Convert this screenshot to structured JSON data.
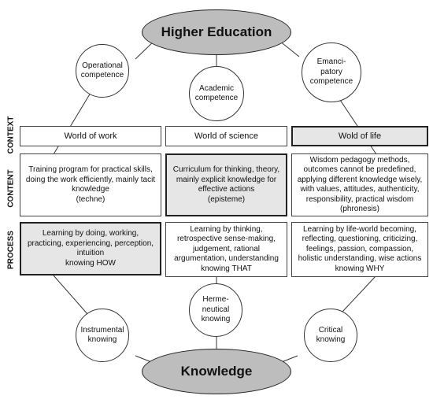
{
  "top_node": "Higher Education",
  "bottom_node": "Knowledge",
  "competences": {
    "operational": "Operational\ncompetence",
    "academic": "Academic\ncompetence",
    "emancipatory": "Emanci-\npatory\ncompetence"
  },
  "knowings": {
    "instrumental": "Instrumental\nknowing",
    "hermeneutical": "Herme-\nneutical\nknowing",
    "critical": "Critical\nknowing"
  },
  "row_labels": {
    "context": "CONTEXT",
    "content": "CONTENT",
    "process": "PROCESS"
  },
  "columns": [
    {
      "context": "World of work",
      "content": "Training program for practical skills,\ndoing the work efficiently, mainly tacit\nknowledge\n(techne)",
      "process": "Learning by doing, working,\npracticing, experiencing, perception,\nintuition\nknowing HOW"
    },
    {
      "context": "World of science",
      "content": "Curriculum for thinking, theory,\nmainly explicit knowledge for\neffective actions\n(episteme)",
      "process": "Learning by thinking,\nretrospective sense-making,\njudgement, rational\nargumentation, understanding\nknowing THAT"
    },
    {
      "context": "Wold of life",
      "content": "Wisdom pedagogy methods,\noutcomes cannot be predefined,\napplying different knowledge wisely,\nwith values, attitudes, authenticity,\nresponsibility, practical wisdom\n(phronesis)",
      "process": "Learning by life-world becoming,\nreflecting, questioning, criticizing,\nfeelings, passion, compassion,\nholistic understanding, wise actions\nknowing WHY"
    }
  ]
}
